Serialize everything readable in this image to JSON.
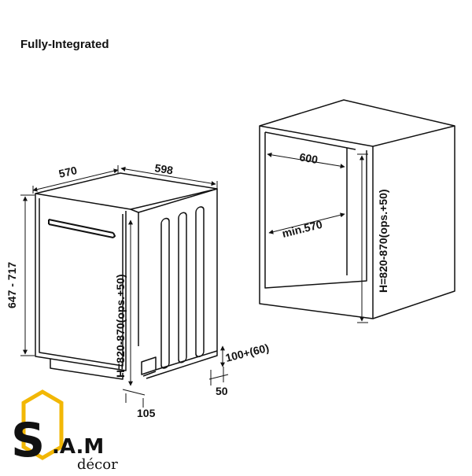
{
  "title": "Fully-Integrated",
  "dims": {
    "depth_top": "570",
    "width_top": "598",
    "height_side": "647 - 717",
    "height_front": "H=820-870(ops.+50)",
    "plinth": "100+(60)",
    "plinth_depth": "50",
    "toe_kick": "105",
    "niche_width": "600",
    "niche_depth": "min.570",
    "niche_height": "H=820-870(ops.+50)"
  },
  "logo": {
    "letters": "S.A.M",
    "sub": "décor",
    "colors": {
      "yellow": "#f2b705",
      "navy": "#1c2a5a"
    }
  }
}
